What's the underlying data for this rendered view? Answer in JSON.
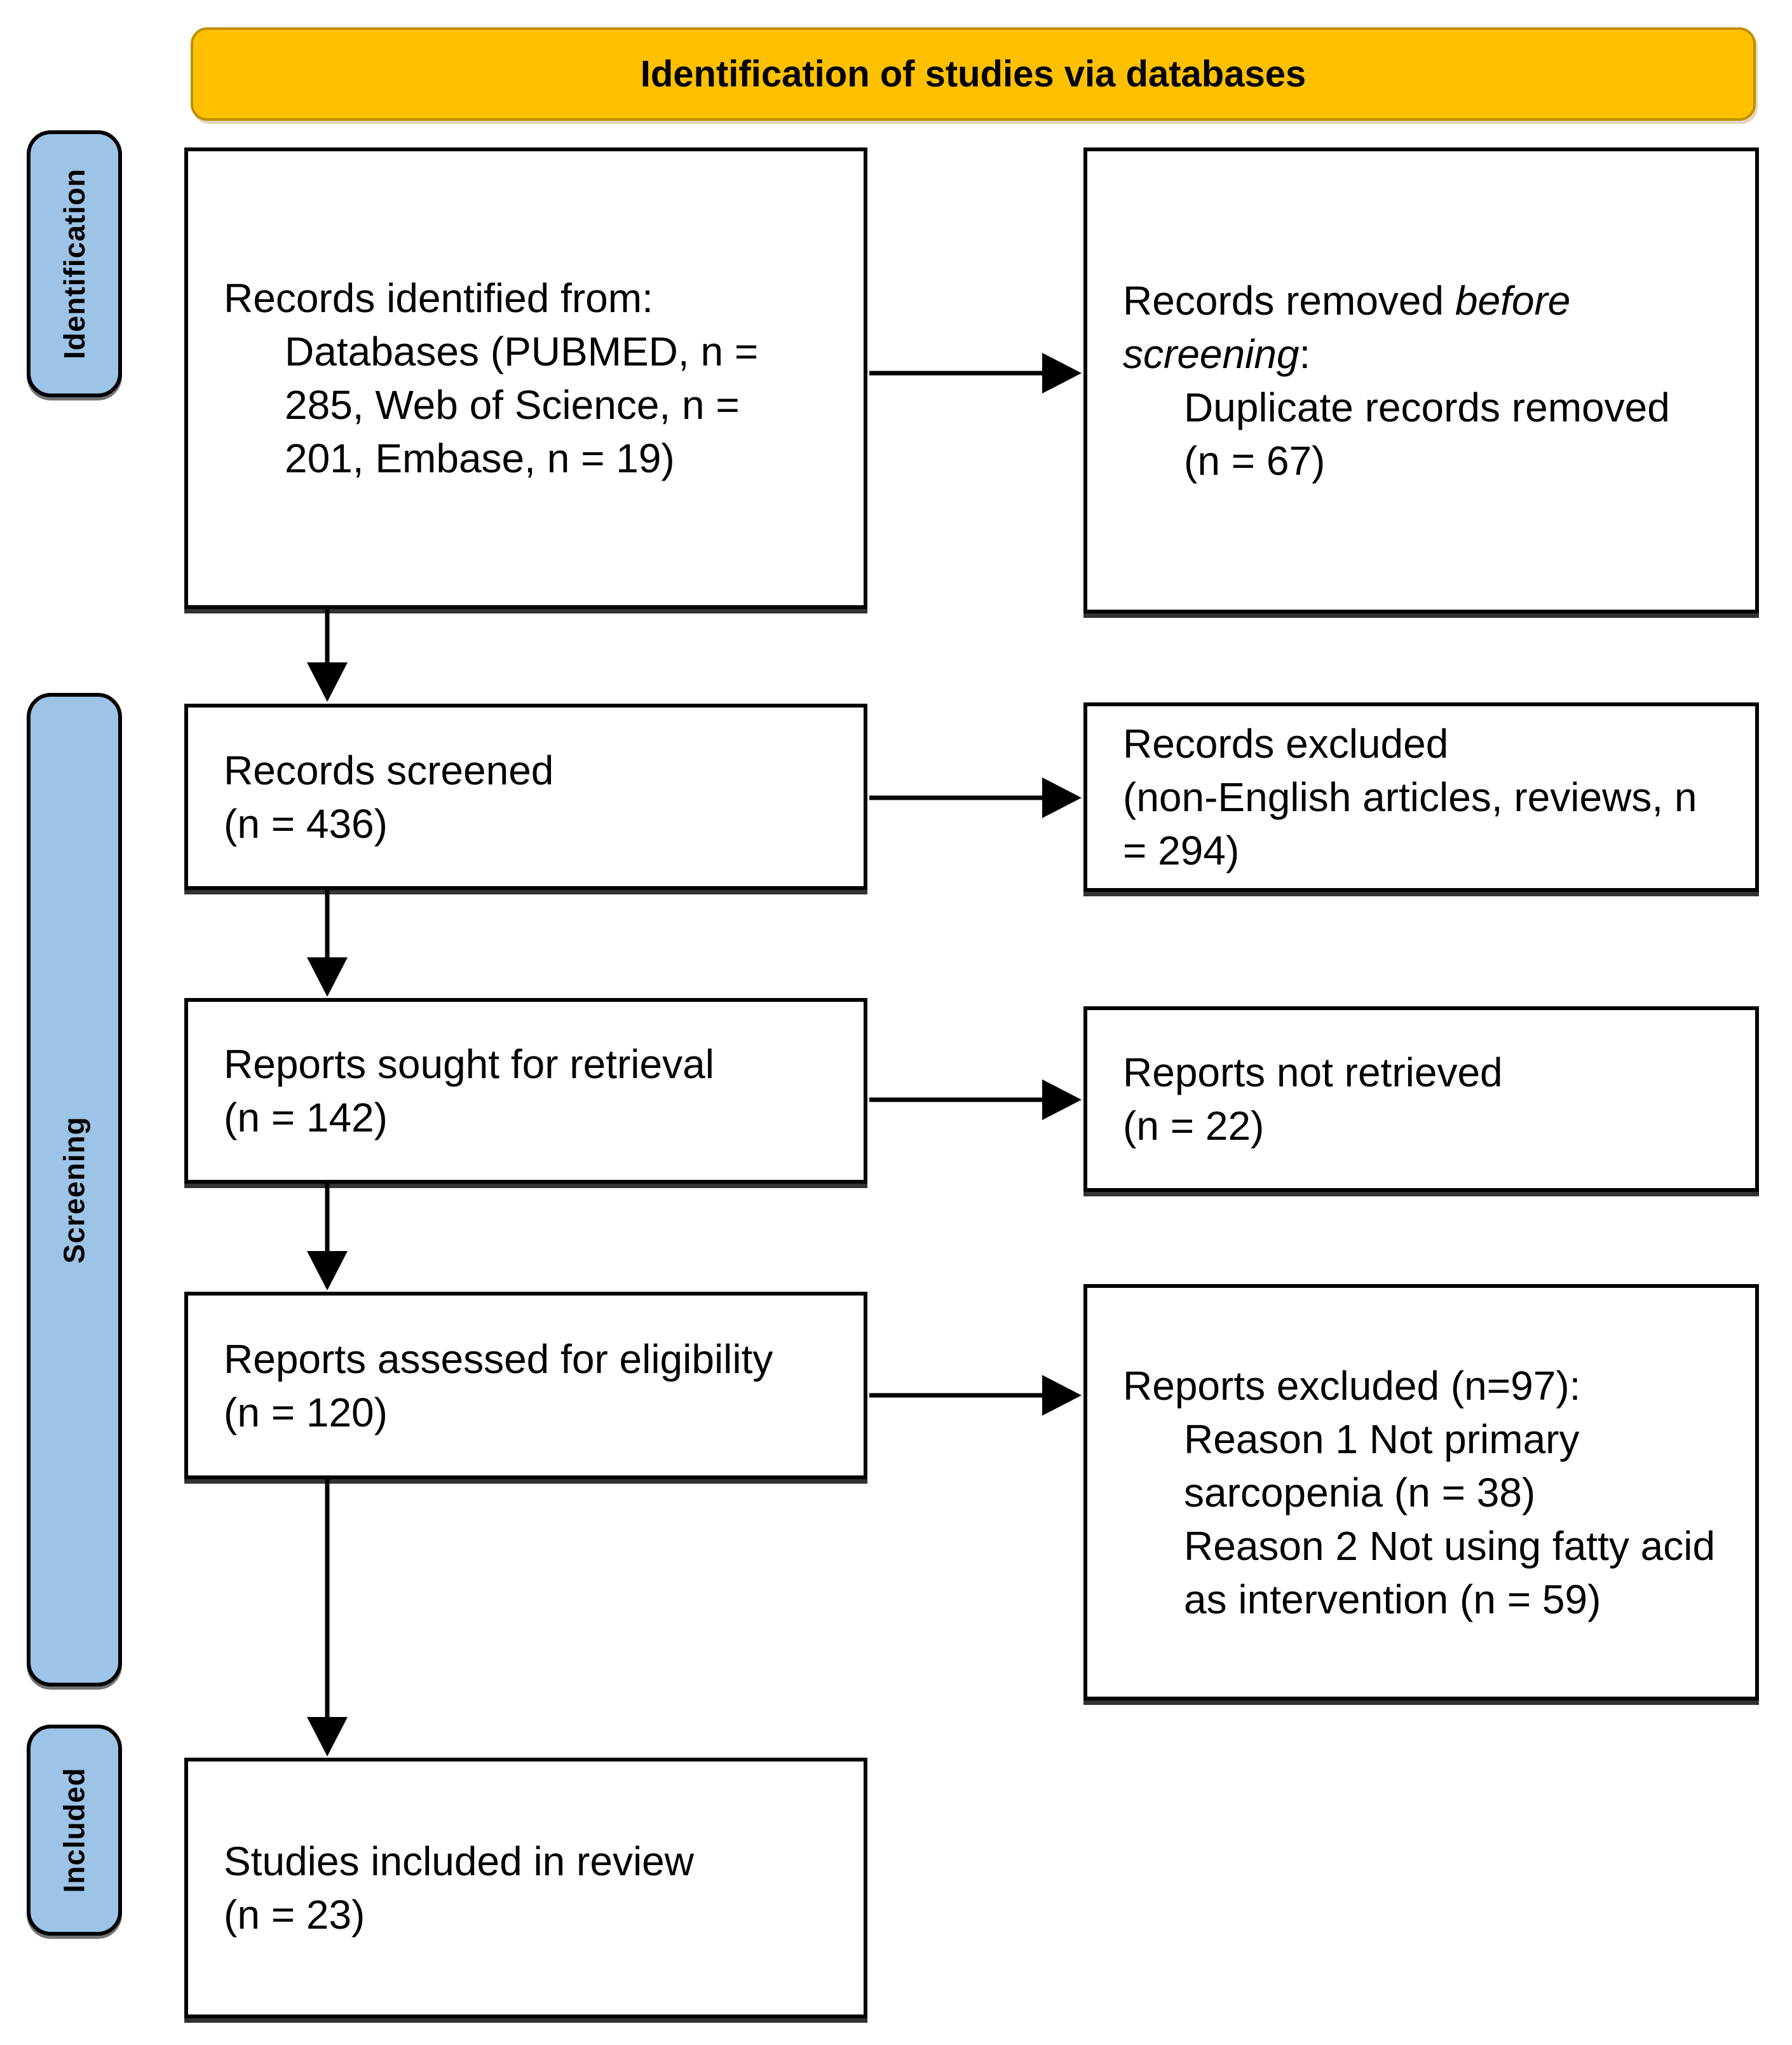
{
  "figure": {
    "type": "prisma-flow-diagram",
    "banner": {
      "label": "Identification of studies via databases"
    }
  },
  "sidebar": [
    {
      "label": "Identification"
    },
    {
      "label": "Screening"
    },
    {
      "label": "Included"
    }
  ],
  "colors": {
    "banner_bg": "#FFC000",
    "banner_border": "#BF9000",
    "stage_bg": "#9DC3E6",
    "box_border": "#000000",
    "background": "#FFFFFF"
  },
  "boxes": {
    "records_identified": {
      "lines": [
        {
          "segs": [
            {
              "t": "Records identified from:"
            }
          ]
        },
        {
          "indent": true,
          "segs": [
            {
              "t": "Databases (PUBMED, n ="
            }
          ]
        },
        {
          "indent": true,
          "segs": [
            {
              "t": "285, Web of Science, n ="
            }
          ]
        },
        {
          "indent": true,
          "segs": [
            {
              "t": "201, Embase, n = 19)"
            }
          ]
        }
      ]
    },
    "records_removed": {
      "lines": [
        {
          "segs": [
            {
              "t": "Records removed "
            },
            {
              "t": "before",
              "i": true
            }
          ]
        },
        {
          "segs": [
            {
              "t": "screening",
              "i": true
            },
            {
              "t": ":"
            }
          ]
        },
        {
          "indent": true,
          "segs": [
            {
              "t": "Duplicate records removed"
            }
          ]
        },
        {
          "indent": true,
          "segs": [
            {
              "t": "(n = 67)"
            }
          ]
        }
      ]
    },
    "records_screened": {
      "lines": [
        {
          "segs": [
            {
              "t": "Records screened"
            }
          ]
        },
        {
          "segs": [
            {
              "t": "(n = 436)"
            }
          ]
        }
      ]
    },
    "records_excluded": {
      "lines": [
        {
          "segs": [
            {
              "t": "Records excluded"
            }
          ]
        },
        {
          "segs": [
            {
              "t": "(non-English articles, reviews, n"
            }
          ]
        },
        {
          "segs": [
            {
              "t": "= 294)"
            }
          ]
        }
      ]
    },
    "reports_sought": {
      "lines": [
        {
          "segs": [
            {
              "t": "Reports sought for retrieval"
            }
          ]
        },
        {
          "segs": [
            {
              "t": "(n = 142)"
            }
          ]
        }
      ]
    },
    "reports_not_retrieved": {
      "lines": [
        {
          "segs": [
            {
              "t": "Reports not retrieved"
            }
          ]
        },
        {
          "segs": [
            {
              "t": "(n = 22)"
            }
          ]
        }
      ]
    },
    "reports_assessed": {
      "lines": [
        {
          "segs": [
            {
              "t": "Reports assessed for eligibility"
            }
          ]
        },
        {
          "segs": [
            {
              "t": "(n = 120)"
            }
          ]
        }
      ]
    },
    "reports_excluded": {
      "lines": [
        {
          "segs": [
            {
              "t": "Reports excluded (n=97):"
            }
          ]
        },
        {
          "indent": true,
          "segs": [
            {
              "t": "Reason 1 Not primary"
            }
          ]
        },
        {
          "indent": true,
          "segs": [
            {
              "t": "sarcopenia (n = 38)"
            }
          ]
        },
        {
          "indent": true,
          "segs": [
            {
              "t": "Reason 2 Not using fatty acid"
            }
          ]
        },
        {
          "indent": true,
          "segs": [
            {
              "t": "as intervention (n = 59)"
            }
          ]
        }
      ]
    },
    "studies_included": {
      "lines": [
        {
          "segs": [
            {
              "t": "Studies included in review"
            }
          ]
        },
        {
          "segs": [
            {
              "t": "(n = 23)"
            }
          ]
        }
      ]
    }
  }
}
